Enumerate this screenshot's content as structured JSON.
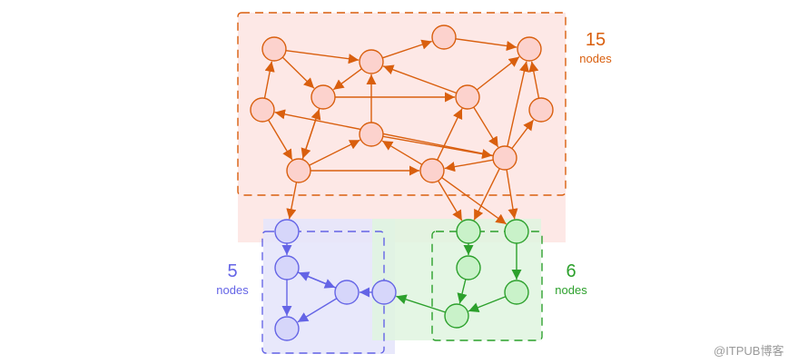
{
  "colors": {
    "red_stroke": "#d95f0e",
    "red_fill": "#fcd2cd",
    "red_group_fill": "#fde8e6",
    "blue_stroke": "#6464e6",
    "blue_fill": "#d6d6fa",
    "blue_group_fill": "#e9e9fb",
    "green_stroke": "#2ca02c",
    "green_fill": "#c9f2c9",
    "green_group_fill": "#e3f8e3",
    "watermark": "#9a9a9a"
  },
  "groups": {
    "red": {
      "count": "15",
      "unit": "nodes"
    },
    "blue": {
      "count": "5",
      "unit": "nodes"
    },
    "green": {
      "count": "6",
      "unit": "nodes"
    }
  },
  "watermark": "@ITPUB博客"
}
